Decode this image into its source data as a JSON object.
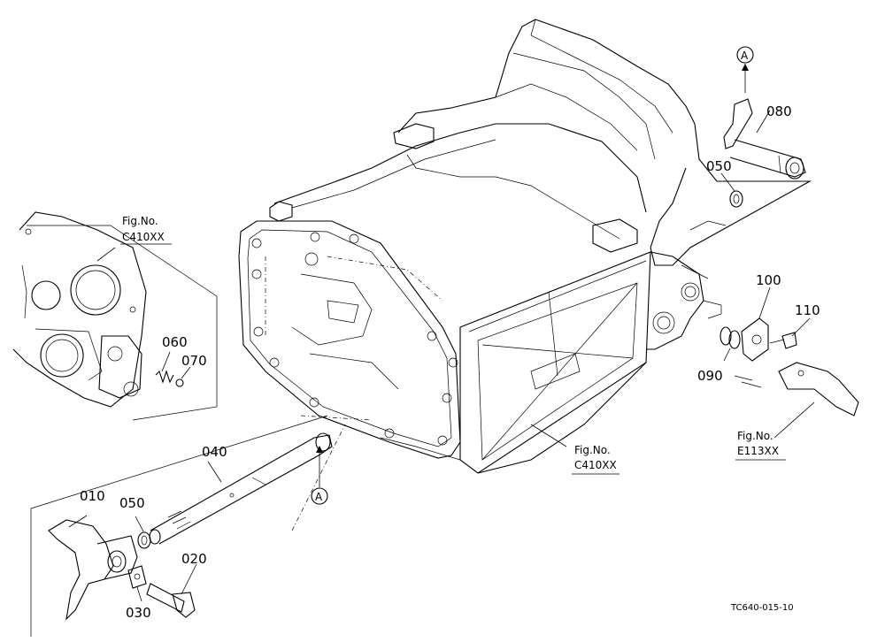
{
  "parts": {
    "p010": "010",
    "p020": "020",
    "p030": "030",
    "p040": "040",
    "p050_a": "050",
    "p050_b": "050",
    "p060": "060",
    "p070": "070",
    "p080": "080",
    "p090": "090",
    "p100": "100",
    "p110": "110"
  },
  "refs": {
    "left": {
      "label": "Fig.No.",
      "code": "C410XX"
    },
    "center": {
      "label": "Fig.No.",
      "code": "C410XX"
    },
    "right": {
      "label": "Fig.No.",
      "code": "E113XX"
    }
  },
  "callouts": {
    "top": "A",
    "bottom": "A"
  },
  "drawing_code": "TC640-015-10"
}
